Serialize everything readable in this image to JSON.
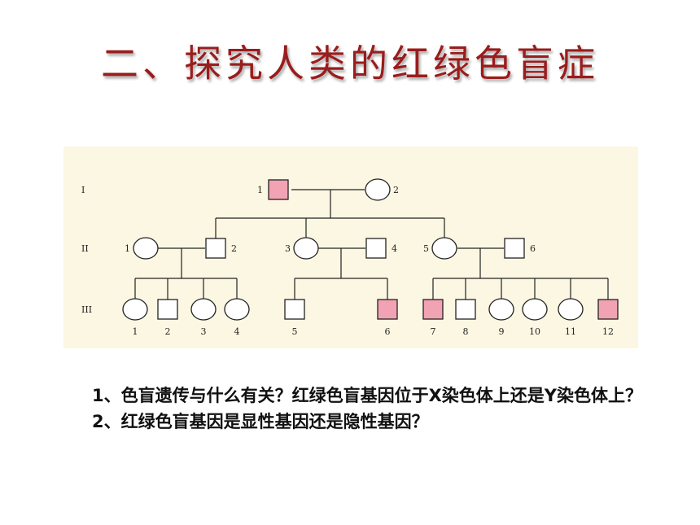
{
  "slide": {
    "title": "二、探究人类的红绿色盲症",
    "questions": [
      "1、色盲遗传与什么有关？红绿色盲基因位于X染色体上还是Y染色体上？",
      "2、红绿色盲基因是显性基因还是隐性基因？"
    ]
  },
  "pedigree": {
    "colors": {
      "affected_fill": "#f2a3b3",
      "unaffected_fill": "#ffffff",
      "line": "#222222",
      "background": "#fbf7e2"
    },
    "generations": [
      {
        "label": "I"
      },
      {
        "label": "II"
      },
      {
        "label": "III"
      }
    ],
    "individuals": [
      {
        "gen": 0,
        "num": "1",
        "sex": "male",
        "affected": true
      },
      {
        "gen": 0,
        "num": "2",
        "sex": "female",
        "affected": false
      },
      {
        "gen": 1,
        "num": "1",
        "sex": "female",
        "affected": false
      },
      {
        "gen": 1,
        "num": "2",
        "sex": "male",
        "affected": false
      },
      {
        "gen": 1,
        "num": "3",
        "sex": "female",
        "affected": false
      },
      {
        "gen": 1,
        "num": "4",
        "sex": "male",
        "affected": false
      },
      {
        "gen": 1,
        "num": "5",
        "sex": "female",
        "affected": false
      },
      {
        "gen": 1,
        "num": "6",
        "sex": "male",
        "affected": false
      },
      {
        "gen": 2,
        "num": "1",
        "sex": "female",
        "affected": false
      },
      {
        "gen": 2,
        "num": "2",
        "sex": "male",
        "affected": false
      },
      {
        "gen": 2,
        "num": "3",
        "sex": "female",
        "affected": false
      },
      {
        "gen": 2,
        "num": "4",
        "sex": "female",
        "affected": false
      },
      {
        "gen": 2,
        "num": "5",
        "sex": "male",
        "affected": false
      },
      {
        "gen": 2,
        "num": "6",
        "sex": "male",
        "affected": true
      },
      {
        "gen": 2,
        "num": "7",
        "sex": "male",
        "affected": true
      },
      {
        "gen": 2,
        "num": "8",
        "sex": "male",
        "affected": false
      },
      {
        "gen": 2,
        "num": "9",
        "sex": "female",
        "affected": false
      },
      {
        "gen": 2,
        "num": "10",
        "sex": "female",
        "affected": false
      },
      {
        "gen": 2,
        "num": "11",
        "sex": "female",
        "affected": false
      },
      {
        "gen": 2,
        "num": "12",
        "sex": "male",
        "affected": true
      }
    ]
  }
}
